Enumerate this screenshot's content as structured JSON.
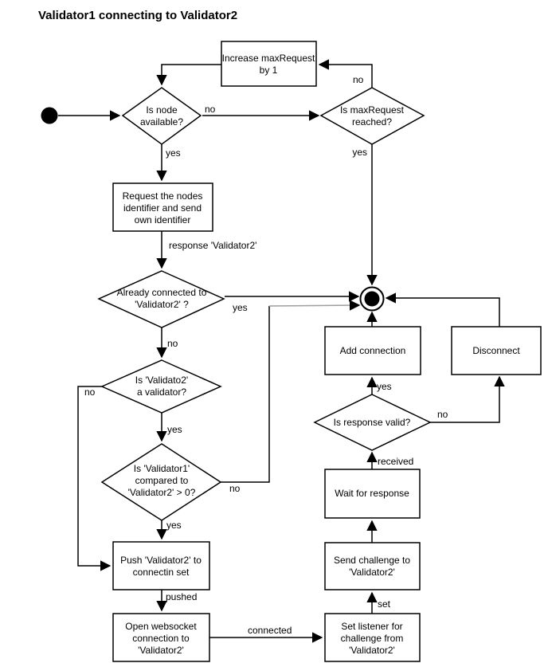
{
  "title": "Validator1 connecting to Validator2",
  "colors": {
    "line": "#000000",
    "gray_line": "#9e9e9e",
    "node_fill": "#ffffff",
    "text": "#000000"
  },
  "nodes": {
    "increase_max_request": {
      "lines": [
        "Increase maxRequest",
        "by 1"
      ]
    },
    "is_node_available": {
      "lines": [
        "Is node",
        "available?"
      ]
    },
    "is_max_request_reached": {
      "lines": [
        "Is maxRequest",
        "reached?"
      ]
    },
    "request_identifier": {
      "lines": [
        "Request the nodes",
        "identifier and send",
        "own identifier"
      ]
    },
    "already_connected": {
      "lines": [
        "Already connected to",
        "'Validator2' ?"
      ]
    },
    "add_connection": {
      "lines": [
        "Add connection"
      ]
    },
    "disconnect": {
      "lines": [
        "Disconnect"
      ]
    },
    "is_validator": {
      "lines": [
        "Is 'Validato2'",
        "a validator?"
      ]
    },
    "is_response_valid": {
      "lines": [
        "Is response valid?"
      ]
    },
    "compare_order": {
      "lines": [
        "Is 'Validator1'",
        "compared to",
        "'Validator2' > 0?"
      ]
    },
    "wait_for_response": {
      "lines": [
        "Wait for response"
      ]
    },
    "push_validator2": {
      "lines": [
        "Push 'Validator2' to",
        "connectin set"
      ]
    },
    "send_challenge": {
      "lines": [
        "Send challenge to",
        "'Validator2'"
      ]
    },
    "open_websocket": {
      "lines": [
        "Open websocket",
        "connection to",
        "'Validator2'"
      ]
    },
    "set_listener": {
      "lines": [
        "Set listener for",
        "challenge from",
        "'Validator2'"
      ]
    }
  },
  "edges": {
    "available_no": "no",
    "available_yes": "yes",
    "maxrequest_no": "no",
    "maxrequest_yes": "yes",
    "request_response": "response 'Validator2'",
    "already_yes": "yes",
    "already_no": "no",
    "validator_no": "no",
    "validator_yes": "yes",
    "compare_no": "no",
    "compare_yes": "yes",
    "push_pushed": "pushed",
    "open_connected": "connected",
    "listener_set": "set",
    "wait_received": "received",
    "valid_yes": "yes",
    "valid_no": "no"
  }
}
